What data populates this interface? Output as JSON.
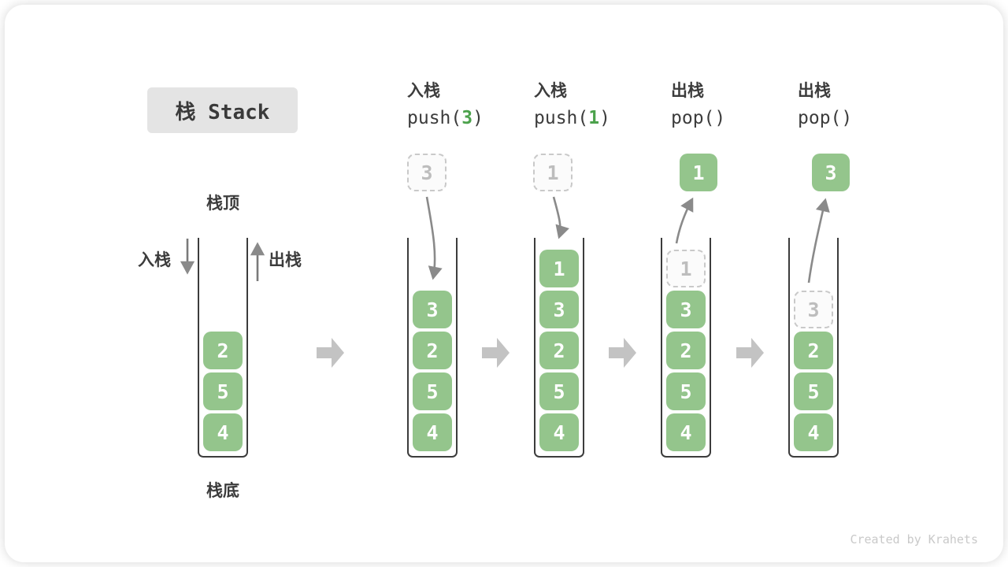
{
  "title": "栈 Stack",
  "side_labels": {
    "top": "栈顶",
    "bottom": "栈底",
    "push": "入栈",
    "pop": "出栈"
  },
  "operations": [
    {
      "label": "入栈",
      "code_pre": "push(",
      "code_arg": "3",
      "code_post": ")"
    },
    {
      "label": "入栈",
      "code_pre": "push(",
      "code_arg": "1",
      "code_post": ")"
    },
    {
      "label": "出栈",
      "code_pre": "pop(",
      "code_arg": "",
      "code_post": ")"
    },
    {
      "label": "出栈",
      "code_pre": "pop(",
      "code_arg": "",
      "code_post": ")"
    }
  ],
  "stacks": [
    {
      "name": "initial",
      "blocks": [
        "2",
        "5",
        "4"
      ]
    },
    {
      "name": "after-push-3",
      "floating": "3",
      "blocks": [
        "3",
        "2",
        "5",
        "4"
      ]
    },
    {
      "name": "after-push-1",
      "floating": "1",
      "blocks": [
        "1",
        "3",
        "2",
        "5",
        "4"
      ]
    },
    {
      "name": "after-pop-1",
      "floating": "1",
      "ghost": "1",
      "blocks": [
        "3",
        "2",
        "5",
        "4"
      ]
    },
    {
      "name": "after-pop-3",
      "floating": "3",
      "ghost": "3",
      "blocks": [
        "2",
        "5",
        "4"
      ]
    }
  ],
  "watermark": "Created by Krahets",
  "colors": {
    "block_green": "#94C58C",
    "code_arg_green": "#4CA24C",
    "text_dark": "#3C3C3C",
    "curve_arrow_gray": "#8A8A8A",
    "flow_arrow_gray": "#C3C3C3",
    "ghost_border": "#C9C9C9",
    "ghost_text": "#BDBDBD",
    "title_bg": "#E4E4E4",
    "watermark_gray": "#C9C9C9"
  }
}
